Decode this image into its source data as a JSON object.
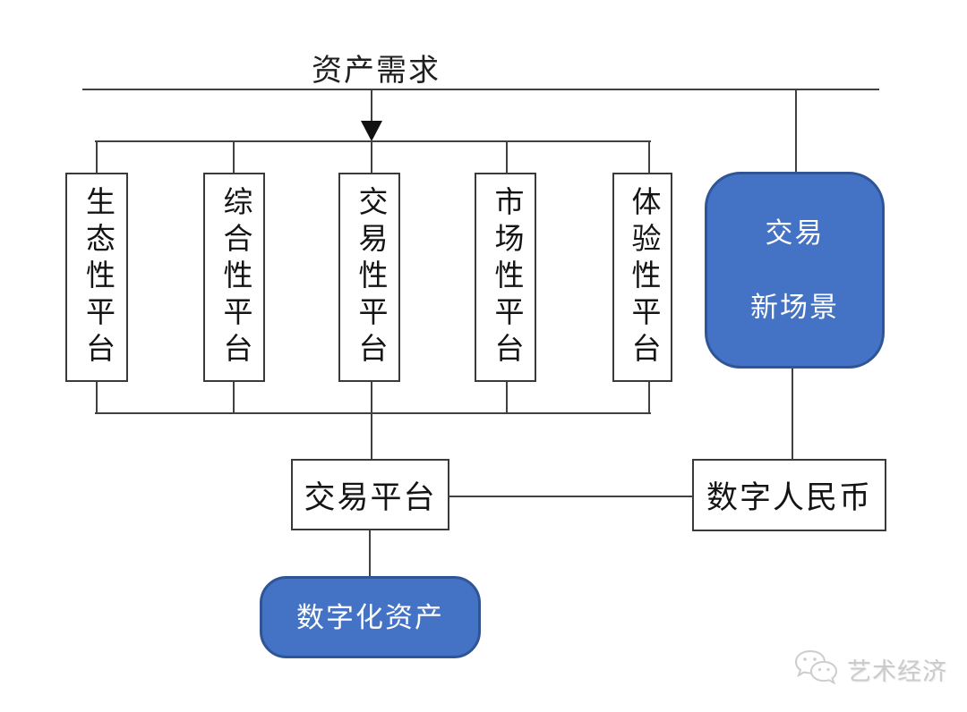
{
  "diagram": {
    "title": "资产需求",
    "platform_boxes": [
      {
        "label": "生态性平台"
      },
      {
        "label": "综合性平台"
      },
      {
        "label": "交易性平台"
      },
      {
        "label": "市场性平台"
      },
      {
        "label": "体验性平台"
      }
    ],
    "trade_scene_box": {
      "line1": "交易",
      "line2": "新场景"
    },
    "trade_platform_box": {
      "label": "交易平台"
    },
    "digital_rmb_box": {
      "label": "数字人民币"
    },
    "digital_asset_box": {
      "label": "数字化资产"
    },
    "colors": {
      "node_fill": "#4472C4",
      "node_border": "#2F5597",
      "line_color": "#404040",
      "text_color": "#141414",
      "watermark_color": "#cbcbcb"
    }
  },
  "watermark": {
    "icon": "wechat-icon",
    "text": "艺术经济"
  }
}
